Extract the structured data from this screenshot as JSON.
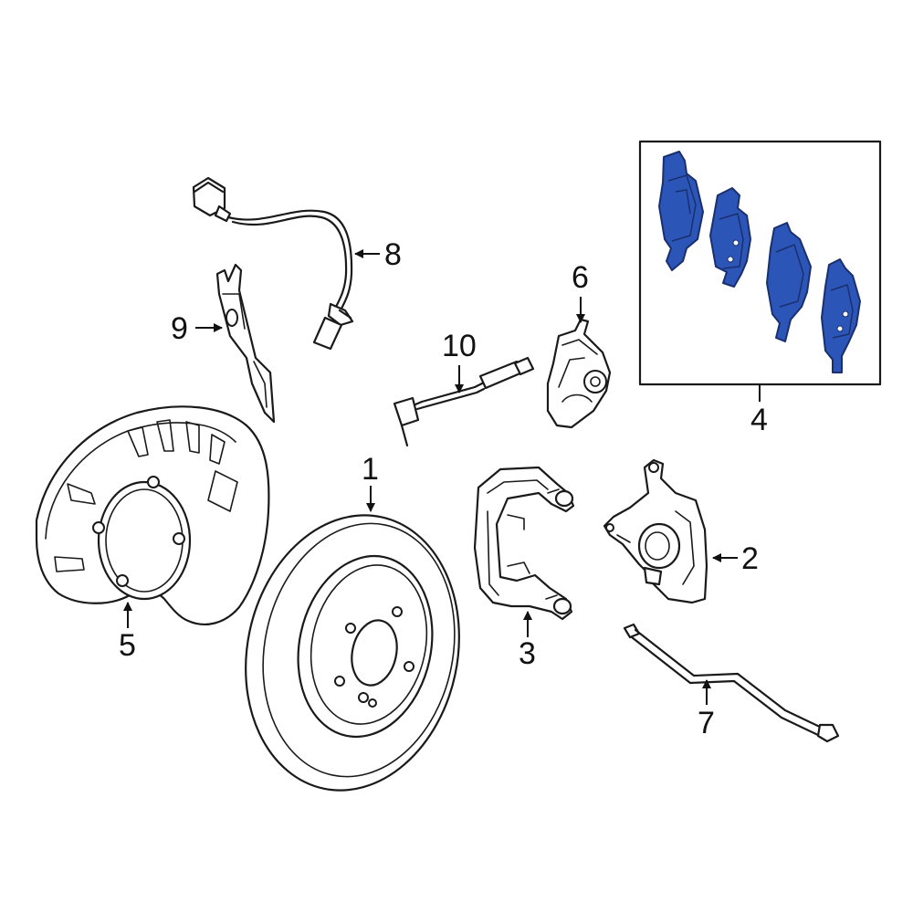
{
  "diagram": {
    "callouts": {
      "c1": "1",
      "c2": "2",
      "c3": "3",
      "c4": "4",
      "c5": "5",
      "c6": "6",
      "c7": "7",
      "c8": "8",
      "c9": "9",
      "c10": "10"
    },
    "highlight_color": "#2c55b8",
    "highlight_edge_color": "#1a2f6e"
  }
}
